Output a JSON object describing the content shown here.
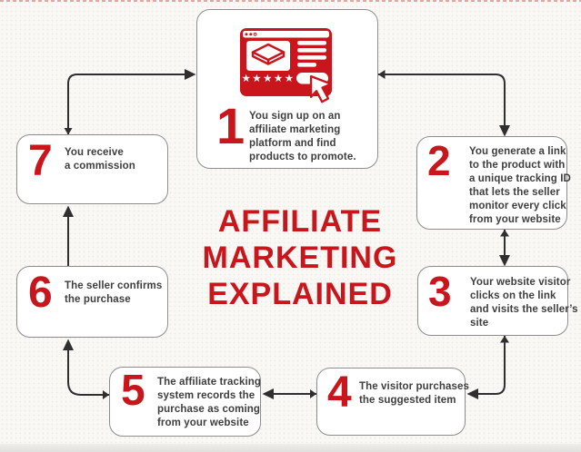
{
  "colors": {
    "accent_red": "#c9161c",
    "text_dark": "#3e3e3e",
    "connector_line": "#2f2f2f",
    "card_border": "#8d8d8d",
    "background": "#f9f8f5"
  },
  "title": {
    "lines": [
      "AFFILIATE",
      "MARKETING",
      "EXPLAINED"
    ]
  },
  "steps": [
    {
      "number": "1",
      "lines": [
        "You sign up on an",
        "affiliate marketing",
        "platform and find",
        "products to promote."
      ]
    },
    {
      "number": "2",
      "lines": [
        "You generate a link",
        "to the product with",
        "a unique tracking ID",
        "that lets the seller",
        "monitor every click",
        "from your website"
      ]
    },
    {
      "number": "3",
      "lines": [
        "Your website visitor",
        "clicks on the link",
        "and visits the seller’s",
        "site"
      ]
    },
    {
      "number": "4",
      "lines": [
        "The visitor purchases",
        "the suggested item"
      ]
    },
    {
      "number": "5",
      "lines": [
        "The affiliate tracking",
        "system records the",
        "purchase as coming",
        "from your website"
      ]
    },
    {
      "number": "6",
      "lines": [
        "The seller confirms",
        "the purchase"
      ]
    },
    {
      "number": "7",
      "lines": [
        "You receive",
        "a commission"
      ]
    }
  ],
  "illustration": {
    "name": "browser-window-with-product-rating-and-cursor",
    "stars": "★★★★★"
  },
  "flow": {
    "order": [
      "1",
      "2",
      "3",
      "4",
      "5",
      "6",
      "7"
    ],
    "shape": "clockwise-loop"
  }
}
